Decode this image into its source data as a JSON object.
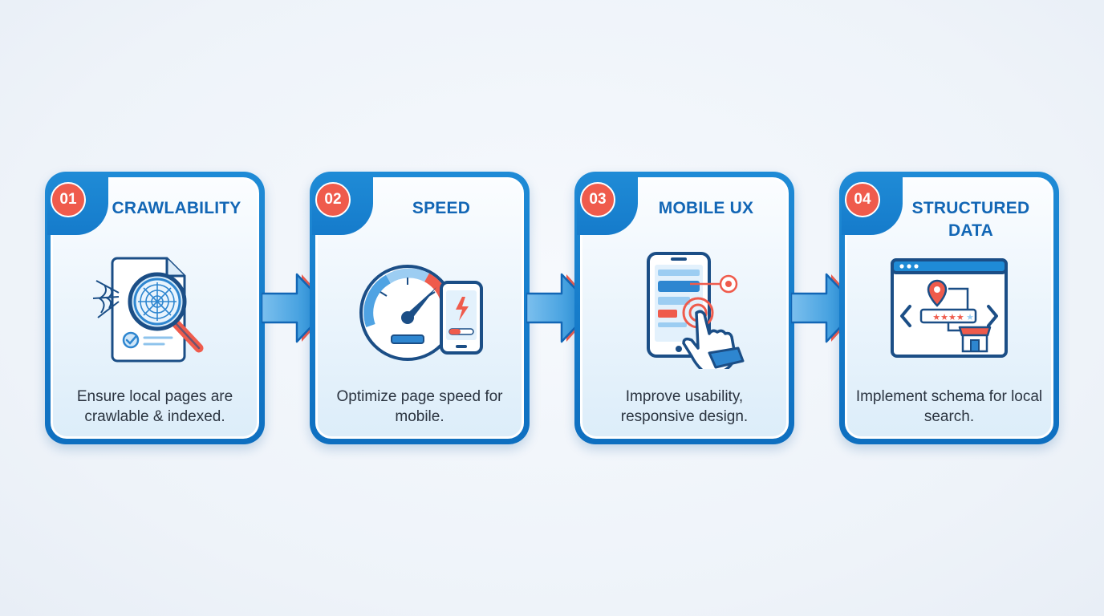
{
  "steps": [
    {
      "number": "01",
      "title": "CRAWLABILITY",
      "description": "Ensure local pages are crawlable & indexed."
    },
    {
      "number": "02",
      "title": "SPEED",
      "description": "Optimize page speed for mobile."
    },
    {
      "number": "03",
      "title": "MOBILE UX",
      "description": "Improve usability, responsive design."
    },
    {
      "number": "04",
      "title": "STRUCTURED DATA",
      "description": "Implement schema for local search."
    }
  ],
  "colors": {
    "primary_blue": "#1266b5",
    "card_border": "#1f8bd6",
    "accent_red": "#ef5b4c",
    "text_dark": "#2b3440",
    "background": "#eef3f9"
  },
  "icons": [
    "document-magnifier-web-icon",
    "speedometer-phone-icon",
    "mobile-tap-icon",
    "browser-schema-icon"
  ]
}
